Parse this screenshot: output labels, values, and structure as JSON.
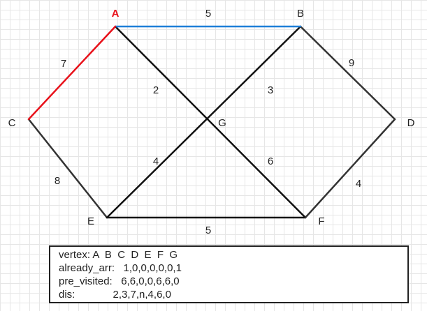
{
  "graph": {
    "vertices": [
      {
        "id": "A",
        "label": "A",
        "highlight": true
      },
      {
        "id": "B",
        "label": "B",
        "highlight": false
      },
      {
        "id": "C",
        "label": "C",
        "highlight": false
      },
      {
        "id": "D",
        "label": "D",
        "highlight": false
      },
      {
        "id": "E",
        "label": "E",
        "highlight": false
      },
      {
        "id": "F",
        "label": "F",
        "highlight": false
      },
      {
        "id": "G",
        "label": "G",
        "highlight": false
      }
    ],
    "edges": [
      {
        "from": "A",
        "to": "B",
        "weight": "5",
        "color": "#1e7fd8"
      },
      {
        "from": "A",
        "to": "C",
        "weight": "7",
        "color": "#e8111a"
      },
      {
        "from": "A",
        "to": "F",
        "weight": "2",
        "color": "#111111"
      },
      {
        "from": "B",
        "to": "E",
        "weight": "3",
        "color": "#111111"
      },
      {
        "from": "B",
        "to": "D",
        "weight": "9",
        "color": "#333333"
      },
      {
        "from": "C",
        "to": "E",
        "weight": "8",
        "color": "#333333"
      },
      {
        "from": "E",
        "to": "F",
        "weight": "5",
        "color": "#111111"
      },
      {
        "from": "D",
        "to": "F",
        "weight": "4",
        "color": "#333333"
      },
      {
        "from": "G",
        "to": "E",
        "weight": "4",
        "color": "#111111"
      },
      {
        "from": "G",
        "to": "F",
        "weight": "6",
        "color": "#111111"
      }
    ]
  },
  "info": {
    "vertex_row": "vertex: A  B  C  D  E  F  G",
    "already_row": "already_arr:   1,0,0,0,0,0,1",
    "pre_row": "pre_visited:   6,6,0,0,6,6,0",
    "dis_row": "dis:             2,3,7,n,4,6,0"
  }
}
